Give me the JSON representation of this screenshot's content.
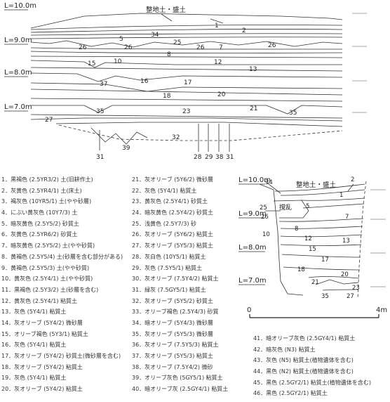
{
  "main_section": {
    "title": "整地土・盛土",
    "levels": [
      "L=10.0m",
      "L=9.0m",
      "L=8.0m",
      "L=7.0m"
    ],
    "layer_labels": [
      "1",
      "2",
      "34",
      "5",
      "26",
      "26",
      "25",
      "26",
      "7",
      "26",
      "8",
      "15",
      "10",
      "12",
      "13",
      "37",
      "16",
      "17",
      "18",
      "20",
      "35",
      "23",
      "21",
      "35",
      "27",
      "32",
      "39",
      "31",
      "28",
      "29",
      "38",
      "31"
    ]
  },
  "side_section": {
    "title": "整地土・盛土",
    "disturbed_label": "撹乱",
    "levels": [
      "L=10.0m",
      "L=9.0m",
      "L=8.0m",
      "L=7.0m"
    ],
    "layer_labels": [
      "34",
      "2",
      "1",
      "25",
      "5",
      "26",
      "7",
      "10",
      "8",
      "12",
      "13",
      "15",
      "17",
      "18",
      "20",
      "21",
      "23",
      "35",
      "27"
    ]
  },
  "scale_bar": {
    "start": "0",
    "end": "4m"
  },
  "legend": {
    "col1": [
      "1．黒褐色 (2.5YR3/2) 土(旧耕作土)",
      "2．灰黄色 (2.5YR4/1) 土(床土)",
      "3．褐灰色 (10YR5/1) 土(やや砂層)",
      "4．にぶい黄灰色 (10Y7/3) 土",
      "5．暗灰黄色 (2.5Y5/2) 砂質土",
      "6．灰黄色 (2.5YR6/2) 砂質土",
      "7．暗灰黄色 (2.5Y5/2) 土(やや砂質)",
      "8．黄褐色 (2.5Y5/4) 土(砂層を含む部分がある)",
      "9．黄褐色 (2.5Y5/3) 土(やや砂質)",
      "10．黄灰色 (2.5Y4/1) 土(やや砂質)",
      "11．黒褐色 (2.5Y3/2) 土(砂層を含む)",
      "12．黄灰色 (2.5Y4/1) 粘質土",
      "13．灰色 (5Y4/1) 粘質土",
      "14．灰オリーブ (5Y4/2) 微砂層",
      "15．オリーブ褐色 (5Y3/1) 粘質土",
      "16．灰色 (5Y4/1) 粘質土",
      "17．灰オリーブ (5Y4/2) 砂質土(微砂層を含む)",
      "18．灰オリーブ (5Y4/2) 粘質土",
      "19．灰色 (5Y4/1) 粘質土",
      "20．灰オリーブ (5Y4/2) 粘質土"
    ],
    "col2": [
      "21．灰オリーブ (5Y6/2) 微砂層",
      "22．灰色 (5Y4/1) 粘質土",
      "23．黄灰色 (2.5Y4/1) 砂質土",
      "24．暗灰黄色 (2.5Y4/2) 砂質土",
      "25．浅黄色 (2.5Y7/3) 砂",
      "26．灰オリーブ (5Y6/2) 粘質土",
      "27．灰オリーブ (5Y5/3) 粘質土",
      "28．灰白色 (10Y5/1) 粘質土",
      "29．灰色 (7.5Y5/1) 粘質土",
      "30．灰オリーブ (7.5Y4/2) 粘質土",
      "31．緑灰 (7.5GY5/1) 粘質土",
      "32．灰オリーブ (5Y5/2) 砂質土",
      "33．オリーブ褐色 (2.5Y4/3) 砂質",
      "34．暗オリーブ (5Y4/3) 微砂層",
      "35．灰オリーブ (5Y5/3) 微砂層",
      "36．灰オリーブ (7.5Y5/3) 粘質土",
      "37．灰オリーブ (5Y5/3) 粘質土",
      "38．灰オリーブ (7.5Y4/2) 微砂",
      "39．オリーブ灰色 (5GY5/1) 粘質土",
      "40．暗オリーブ灰 (2.5GY4/1) 粘質土"
    ],
    "col3": [
      "41．暗オリーブ灰色 (2.5GY4/1) 粘質土",
      "42．暗灰色 (N3) 粘質土",
      "43．灰色 (N5) 粘質土(植物遺体を含む)",
      "44．黒色 (N2) 粘質土(植物遺体を含む)",
      "45．黒色 (2.5GY2/1) 粘質土(植物遺体を含む)",
      "46．黒色 (2.5GY2/1) 粘質土"
    ]
  }
}
